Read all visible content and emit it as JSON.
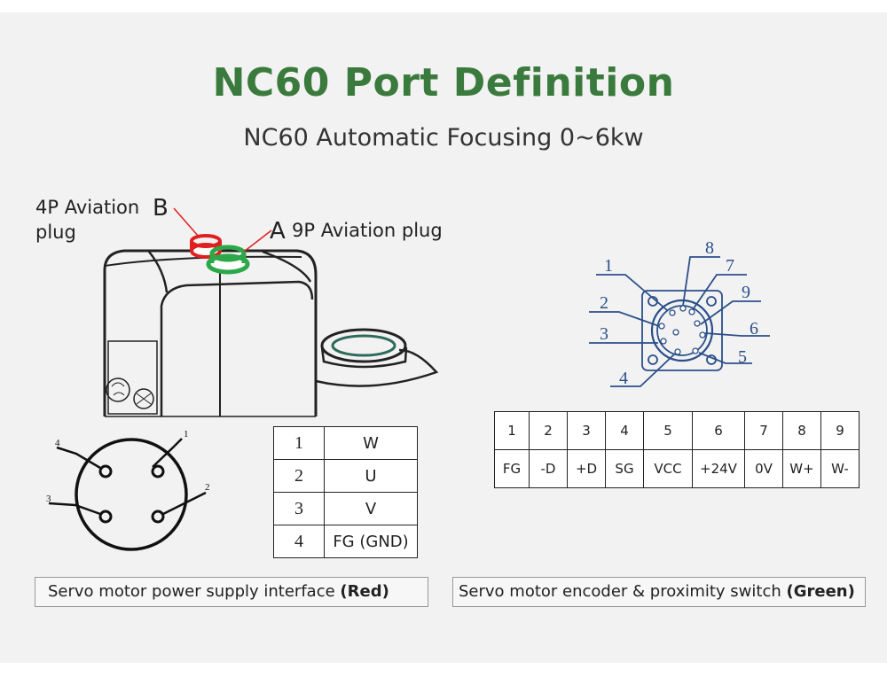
{
  "title": "NC60 Port Definition",
  "subtitle": "NC60 Automatic Focusing 0~6kw",
  "labels": {
    "b_text_line1": "4P Aviation",
    "b_text_line2": "plug",
    "b_letter": "B",
    "a_letter": "A",
    "a_text": "9P Aviation plug"
  },
  "power_pins": [
    "1",
    "2",
    "3",
    "4"
  ],
  "encoder_pins": [
    "1",
    "2",
    "3",
    "4",
    "5",
    "6",
    "7",
    "8",
    "9"
  ],
  "power_table": [
    {
      "pin": "1",
      "signal": "W"
    },
    {
      "pin": "2",
      "signal": "U"
    },
    {
      "pin": "3",
      "signal": "V"
    },
    {
      "pin": "4",
      "signal": "FG (GND)"
    }
  ],
  "encoder_table": {
    "pins": [
      "1",
      "2",
      "3",
      "4",
      "5",
      "6",
      "7",
      "8",
      "9"
    ],
    "signals": [
      "FG",
      "-D",
      "+D",
      "SG",
      "VCC",
      "+24V",
      "0V",
      "W+",
      "W-"
    ]
  },
  "captions": {
    "power_text": "Servo motor power supply interface",
    "power_color": "(Red)",
    "encoder_text": "Servo motor encoder & proximity switch",
    "encoder_color": "(Green)"
  },
  "colors": {
    "title_green": "#3a7a3c",
    "plug_red": "#e02020",
    "plug_green": "#2ca84a",
    "connector_blue": "#2b4f8a"
  }
}
